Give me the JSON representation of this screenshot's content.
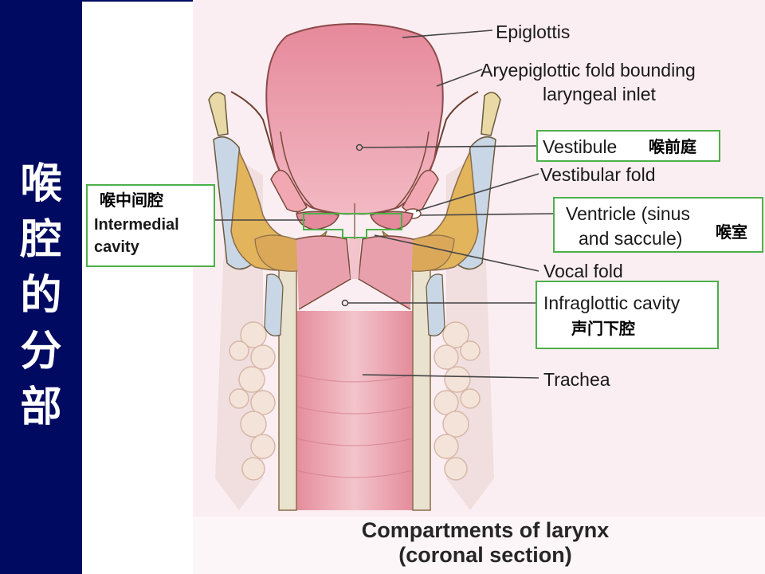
{
  "sidebar": {
    "title_chars": [
      "喉",
      "腔",
      "的",
      "分",
      "部"
    ],
    "background": "#000a60",
    "text_color": "#ffffff"
  },
  "labels": {
    "epiglottis": "Epiglottis",
    "aryepiglottic_line1": "Aryepiglottic fold bounding",
    "aryepiglottic_line2": "laryngeal inlet",
    "vestibule": "Vestibule",
    "vestibule_cn": "喉前庭",
    "vestibular_fold": "Vestibular fold",
    "ventricle_line1": "Ventricle (sinus",
    "ventricle_line2": "and saccule)",
    "ventricle_cn": "喉室",
    "vocal_fold": "Vocal fold",
    "infraglottic": "Infraglottic cavity",
    "infraglottic_cn": "声门下腔",
    "trachea": "Trachea",
    "intermedial_cn": "喉中间腔",
    "intermedial_line1": "Intermedial",
    "intermedial_line2": "cavity"
  },
  "caption": {
    "line1": "Compartments of larynx",
    "line2": "(coronal section)"
  },
  "colors": {
    "highlight_box": "#4db04a",
    "figure_background": "#fbeef2",
    "mucosa": "#e48a9c",
    "cartilage_yellow": "#e2b45c",
    "cartilage_blue": "#c9d6e6"
  }
}
